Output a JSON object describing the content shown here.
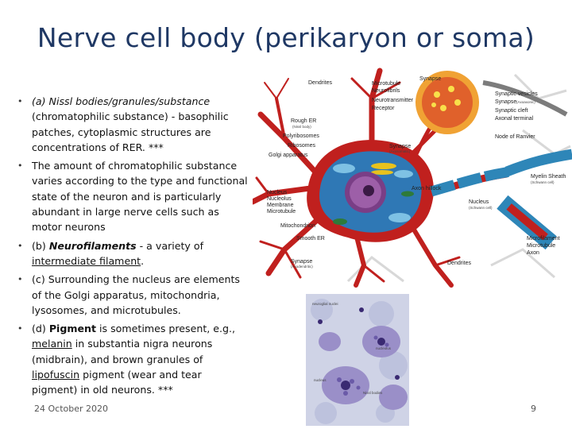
{
  "slide": {
    "title": "Nerve cell body (perikaryon or soma)",
    "date": "24 October 2020",
    "page_number": "9"
  },
  "bullets": [
    {
      "part1_italic": "(a) Nissl bodies/granules/substance",
      "part2": "(chromatophilic substance)  - basophilic patches, cytoplasmic structures are concentrations of RER. ***"
    },
    {
      "text": "The amount of chromatophilic substance varies according to the type and functional state of the neuron and is particularly abundant in large nerve cells such as motor neurons"
    },
    {
      "prefix": "(b) ",
      "bold_italic": "Neurofilaments",
      "mid": " - a variety of ",
      "underline": "intermediate filament",
      "suffix": "."
    },
    {
      "text": "(c) Surrounding the nucleus are elements of the Golgi apparatus, mitochondria, lysosomes, and microtubules."
    },
    {
      "prefix": "(d) ",
      "bold": "Pigment",
      "mid1": " is sometimes present, e.g., ",
      "u1": "melanin",
      "mid2": " in substantia nigra neurons (midbrain), and brown granules of ",
      "u2": "lipofuscin",
      "suffix": " pigment (wear and tear pigment) in old neurons. ***"
    }
  ],
  "neuron_diagram": {
    "labels": {
      "dendrites": "Dendrites",
      "microtubule": "Microtubule",
      "neurofibrils": "Neurofibrils",
      "neurotransmitter": "Neurotransmitter",
      "receptor": "Receptor",
      "synapse_top": "Synapse",
      "synaptic_vesicles": "Synaptic vesicles",
      "synapse_axoaxonic": "Synapse",
      "synapse_axoaxonic_sub": "(Axoaxonic)",
      "synaptic_cleft": "Synaptic cleft",
      "axonal_terminal": "Axonal terminal",
      "rough_er": "Rough ER",
      "nissl_body": "(Nissl body)",
      "polyribosomes": "Polyribosomes",
      "ribosomes": "Ribosomes",
      "golgi": "Golgi apparatus",
      "synapse_axosomatic": "Synapse",
      "synapse_axosomatic_sub": "(Axosomatic)",
      "node_ranvier": "Node of Ranvier",
      "myelin_sheath": "Myelin Sheath",
      "schwann_cell": "(Schwann cell)",
      "axon_hillock": "Axon hillock",
      "nucleus": "Nucleus",
      "nucleolus": "Nucleolus",
      "membrane": "Membrane",
      "microtubule2": "Microtubule",
      "nucleus_right": "Nucleus",
      "schwann_cell2": "(Schwann cell)",
      "mitochondrion": "Mitochondrion",
      "smooth_er": "Smooth ER",
      "microfilament": "Microfilament",
      "microtubule3": "Microtubule",
      "axon": "Axon",
      "synapse_axodendritic": "Synapse",
      "synapse_axodendritic_sub": "(Axodendritic)",
      "dendrites_bottom": "Dendrites"
    }
  },
  "micrograph": {
    "labels": {
      "neuroglial_nuclei": "neuroglial nuclei",
      "nucleolus": "nucleolus",
      "nucleus": "nucleus",
      "nissl_bodies": "Nissl bodies"
    }
  },
  "colors": {
    "title": "#1f3864",
    "neuron_body": "#c0201e",
    "myelin": "#2e86b8"
  }
}
